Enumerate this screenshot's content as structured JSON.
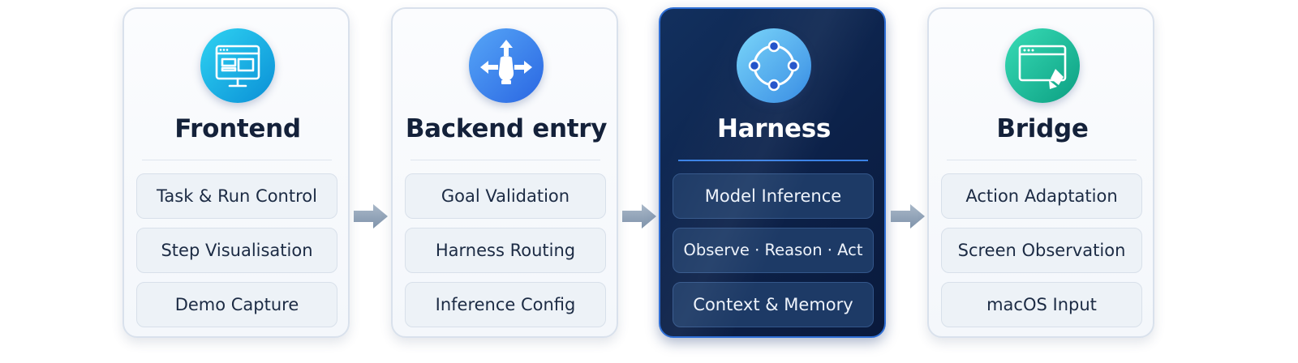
{
  "cards": [
    {
      "title": "Frontend",
      "icon": "monitor-window-icon",
      "icon_colors": [
        "#21c3ea",
        "#0a8fd6"
      ],
      "items": [
        "Task & Run Control",
        "Step Visualisation",
        "Demo Capture"
      ]
    },
    {
      "title": "Backend entry",
      "icon": "routing-arrows-icon",
      "icon_colors": [
        "#4a9af5",
        "#2f6ee6"
      ],
      "items": [
        "Goal Validation",
        "Harness Routing",
        "Inference Config"
      ]
    },
    {
      "title": "Harness",
      "icon": "loop-nodes-icon",
      "icon_colors": [
        "#6fd0f8",
        "#2f8fe6"
      ],
      "highlighted": true,
      "items": [
        "Model Inference",
        "Observe · Reason · Act",
        "Context & Memory"
      ]
    },
    {
      "title": "Bridge",
      "icon": "browser-window-edit-icon",
      "icon_colors": [
        "#2fd6b0",
        "#0ea98a"
      ],
      "items": [
        "Action Adaptation",
        "Screen Observation",
        "macOS Input"
      ]
    }
  ],
  "arrows": [
    "arrow-icon",
    "arrow-icon",
    "arrow-icon"
  ],
  "colors": {
    "arrow": "#8fa2b8",
    "dark_card": "#0c2149",
    "accent": "#2f6fd6"
  }
}
